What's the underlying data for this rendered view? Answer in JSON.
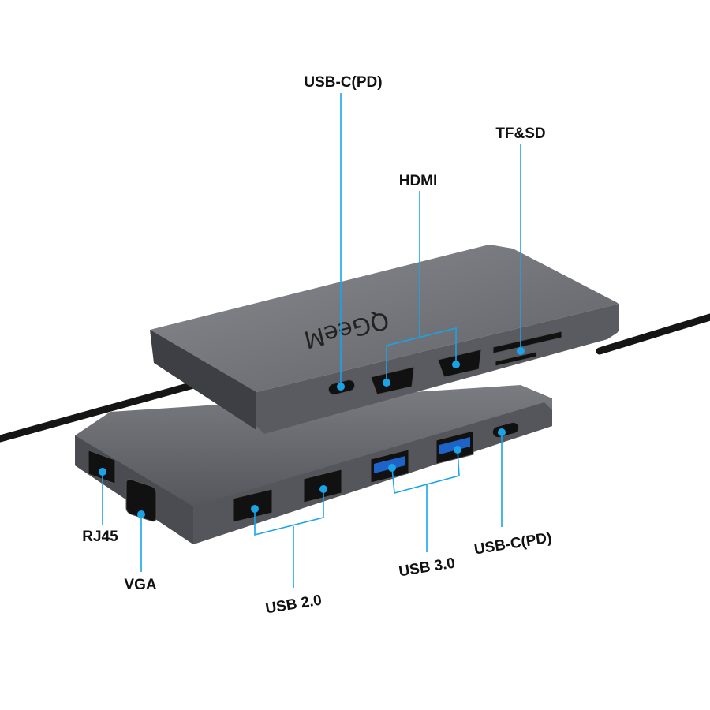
{
  "product": {
    "brand_logo": "QGeeM",
    "body_color": "#6e6f74",
    "accent_color": "#1ba3e8"
  },
  "callouts": {
    "top_usbc": "USB-C(PD)",
    "hdmi": "HDMI",
    "tf_sd": "TF&SD",
    "rj45": "RJ45",
    "vga": "VGA",
    "usb2": "USB 2.0",
    "usb3": "USB 3.0",
    "bottom_usbc": "USB-C(PD)"
  }
}
